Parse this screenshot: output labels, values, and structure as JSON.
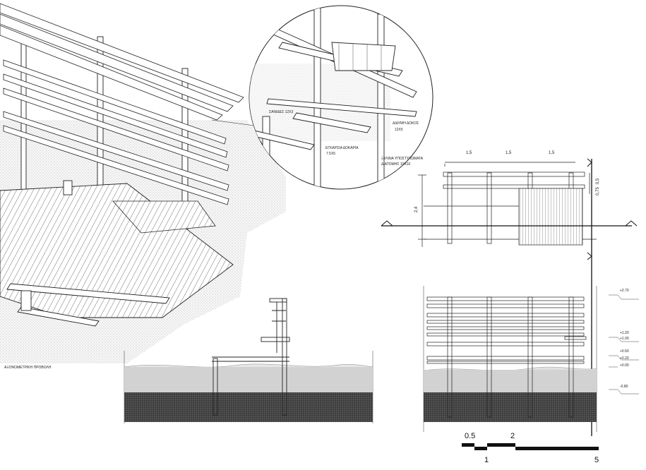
{
  "axonometric_caption": "ΑΞΟΝΟΜΕΤΡΙΚΗ ΠΡΟΒΟΛΗ",
  "detail_labels": [
    {
      "name": "detail-label-planks",
      "text": "ΣΑΝΙΔΕΣ 12Χ3"
    },
    {
      "name": "detail-label-double-beam",
      "text": "ΔΙΔΥΜΗ ΔΟΚΟΣ"
    },
    {
      "name": "detail-label-double-beam-size",
      "text": "12Χ5"
    },
    {
      "name": "detail-label-cross-beam",
      "text": "ΕΓΚΑΡΣΙΑ ΔΟΚΑΡΙΑ"
    },
    {
      "name": "detail-label-cross-beam-size",
      "text": "7.5Χ5"
    },
    {
      "name": "detail-label-posts",
      "text": "ΞΥΛΙΝΑ ΥΠΟΣΤΥΛΩΜΑΤΑ"
    },
    {
      "name": "detail-label-posts-size",
      "text": "ΔΙΑΤΟΜΗΣ 10Χ10"
    }
  ],
  "plan_dimensions": {
    "top": [
      "1,5",
      "1,5",
      "1,5"
    ],
    "left": "2,4",
    "right": [
      "0,5",
      "0,75"
    ]
  },
  "elevation_levels": [
    "+2.70",
    "+1.20",
    "+1.00",
    "+0.50",
    "+0.20",
    "+0.00",
    "-0.80"
  ],
  "scale_bar": {
    "ticks_top": [
      "0.5",
      "2"
    ],
    "ticks_bottom": [
      "1"
    ],
    "end": "5"
  }
}
